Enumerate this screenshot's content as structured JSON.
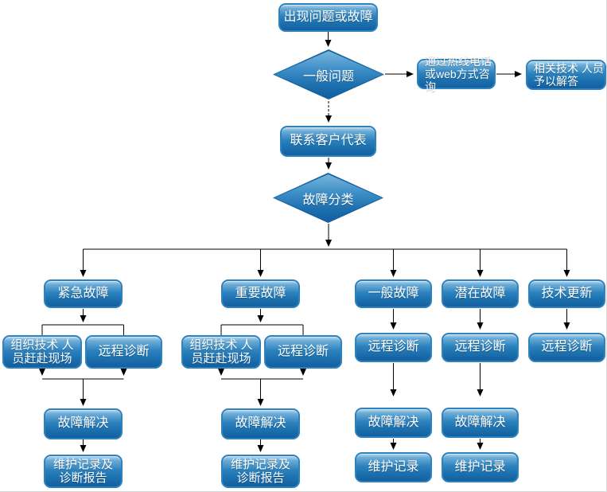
{
  "diagram": {
    "type": "flowchart",
    "nodes": {
      "start": "出现问题或故障",
      "decision_general": "一般问题",
      "hotline": "通过热线电话\n或web方式咨询",
      "tech_answer": "相关技术 人员\n予以解答",
      "contact_rep": "联系客户代表",
      "decision_classify": "故障分类",
      "urgent": "紧急故障",
      "important": "重要故障",
      "general": "一般故障",
      "potential": "潜在故障",
      "tech_update": "技术更新",
      "onsite_urgent": "组织技术 人\n员赶赴现场",
      "remote_urgent": "远程诊断",
      "onsite_important": "组织技术 人\n员赶赴现场",
      "remote_important": "远程诊断",
      "remote_general": "远程诊断",
      "remote_potential": "远程诊断",
      "remote_update": "远程诊断",
      "resolve_urgent": "故障解决",
      "resolve_important": "故障解决",
      "resolve_general": "故障解决",
      "resolve_potential": "故障解决",
      "record_urgent": "维护记录及\n诊断报告",
      "record_important": "维护记录及\n诊断报告",
      "record_general": "维护记录",
      "record_potential": "维护记录"
    },
    "colors": {
      "node_fill_top": "#79b5dc",
      "node_fill_bottom": "#135f9f",
      "node_border": "#2e82bd",
      "text": "#ffffff",
      "connector": "#000000",
      "background": "#ffffff"
    }
  }
}
